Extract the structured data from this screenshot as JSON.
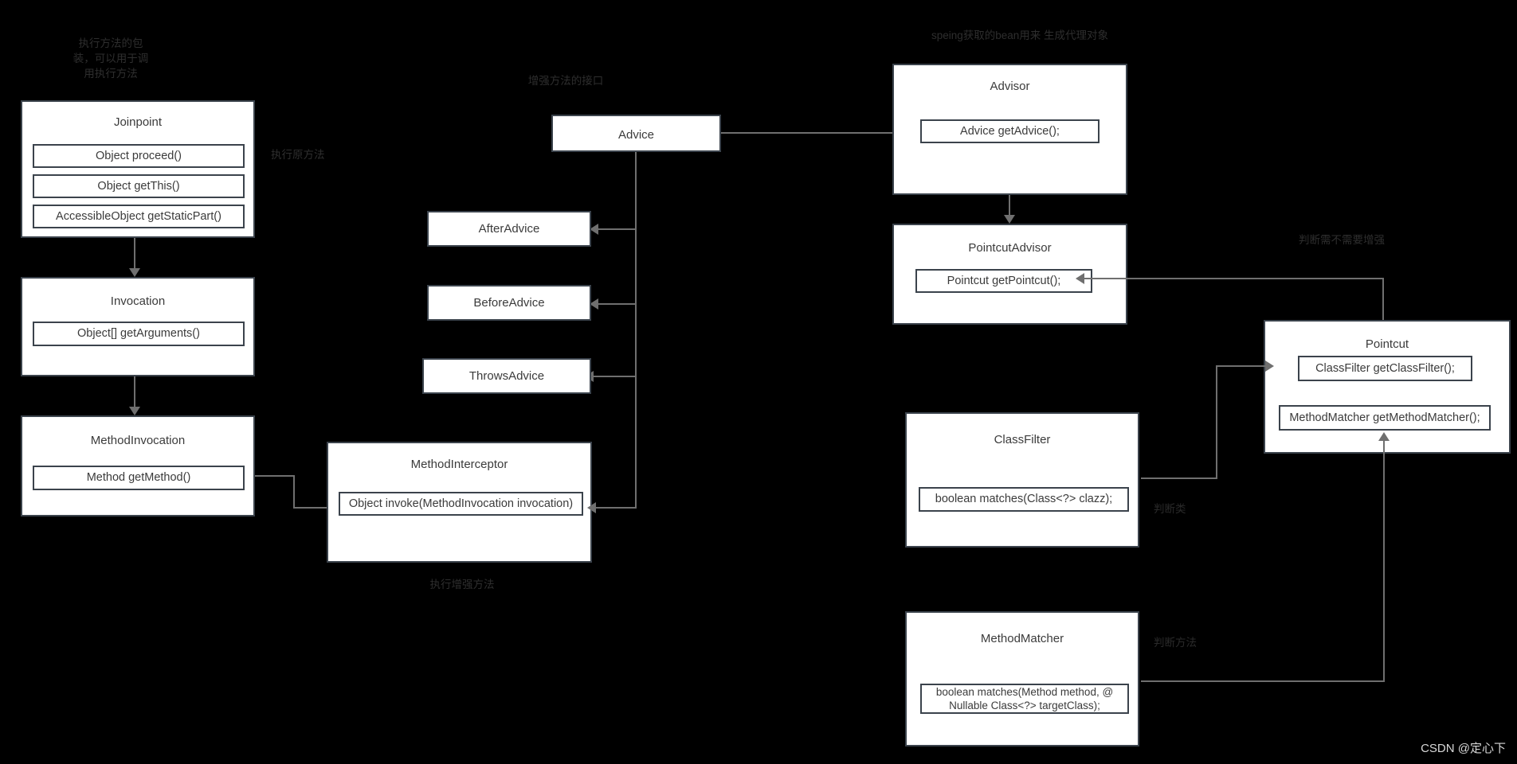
{
  "diagram": {
    "title": "Spring AOP core interfaces class diagram",
    "background_color": "#000000",
    "box_fill": "#ffffff",
    "box_border": "#3b434c",
    "connector_color": "#6f6f6f",
    "annotation_color": "#2e2e2e",
    "watermark_color": "#d8d8d8"
  },
  "classes": {
    "joinpoint": {
      "title": "Joinpoint",
      "methods": [
        "Object proceed()",
        "Object getThis()",
        "AccessibleObject getStaticPart()"
      ]
    },
    "invocation": {
      "title": "Invocation",
      "methods": [
        "Object[] getArguments()"
      ]
    },
    "method_invocation": {
      "title": "MethodInvocation",
      "methods": [
        "Method getMethod()"
      ]
    },
    "method_interceptor": {
      "title": "MethodInterceptor",
      "methods": [
        "Object invoke(MethodInvocation invocation)"
      ]
    },
    "advice": {
      "title": "Advice"
    },
    "after_advice": {
      "title": "AfterAdvice"
    },
    "before_advice": {
      "title": "BeforeAdvice"
    },
    "throws_advice": {
      "title": "ThrowsAdvice"
    },
    "advisor": {
      "title": "Advisor",
      "methods": [
        "Advice getAdvice();"
      ]
    },
    "pointcut_advisor": {
      "title": "PointcutAdvisor",
      "methods": [
        "Pointcut getPointcut();"
      ]
    },
    "pointcut": {
      "title": "Pointcut",
      "methods": [
        "ClassFilter getClassFilter();",
        "MethodMatcher getMethodMatcher();"
      ]
    },
    "class_filter": {
      "title": "ClassFilter",
      "methods": [
        "boolean matches(Class<?> clazz);"
      ]
    },
    "method_matcher": {
      "title": "MethodMatcher",
      "methods": [
        "boolean matches(Method method, @\nNullable Class<?> targetClass);"
      ]
    }
  },
  "annotations": {
    "joinpoint_note": "执行方法的包\n装，可以用于调\n用执行方法",
    "proceed_note": "执行原方法",
    "advice_note": "增强方法的接口",
    "advisor_note": "speing获取的bean用来 生成代理对象",
    "interceptor_note": "执行增强方法",
    "pointcut_note": "判断需不需要增强",
    "class_filter_note": "判断类",
    "method_matcher_note": "判断方法"
  },
  "watermark": {
    "text": "CSDN @定心下"
  }
}
